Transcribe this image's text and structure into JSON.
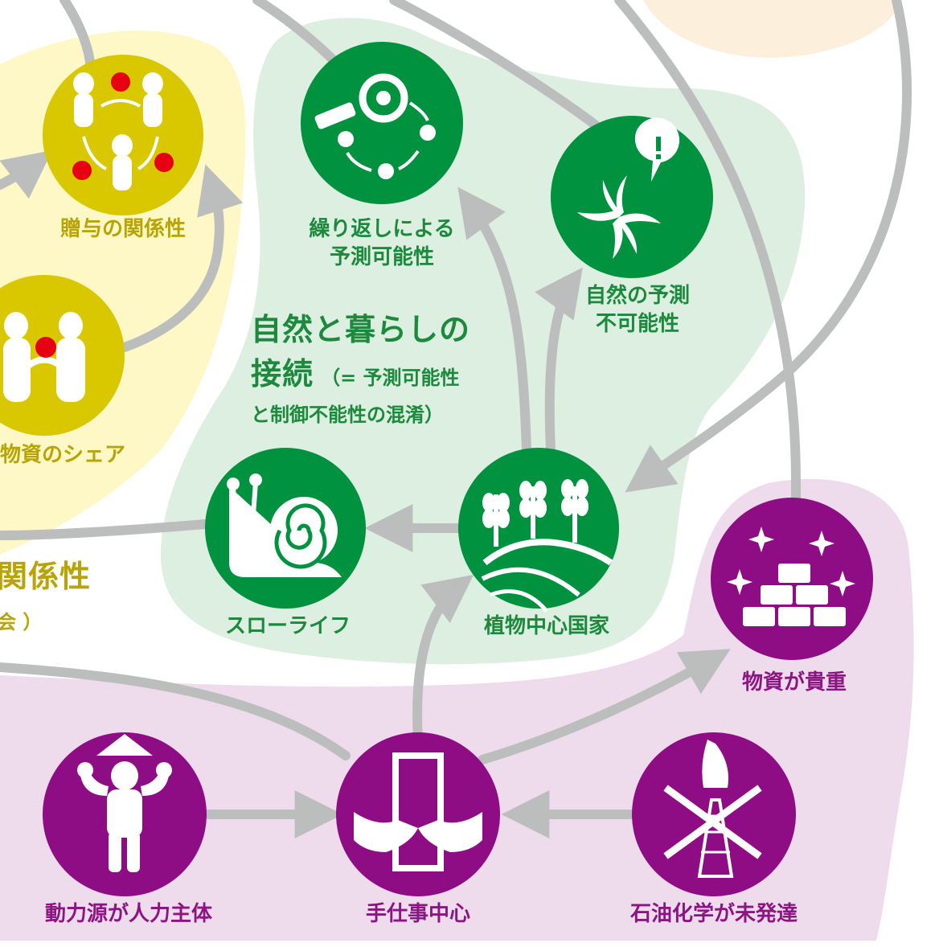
{
  "colors": {
    "green": "#00923f",
    "green_region": "#dcefe0",
    "yellow": "#d9c800",
    "yellow_region": "#fdf8c6",
    "purple": "#8f0d84",
    "purple_region": "#eedcec",
    "peach_region": "#fcefdc",
    "arrow": "#bcbebe",
    "red_dot": "#e60012"
  },
  "nodes": {
    "gift": {
      "label": "贈与の関係性",
      "icon": "people-gift-cycle-icon"
    },
    "share": {
      "label": "活物資のシェア",
      "icon": "people-sharing-icon"
    },
    "repeat": {
      "label_line1": "繰り返しによる",
      "label_line2": "予測可能性",
      "icon": "magnifier-cycle-icon"
    },
    "unpredict": {
      "label_line1": "自然の予測",
      "label_line2": "不可能性",
      "icon": "whirlpool-exclamation-icon"
    },
    "slowlife": {
      "label": "スローライフ",
      "icon": "snail-icon"
    },
    "plant_state": {
      "label": "植物中心国家",
      "icon": "plants-field-icon"
    },
    "precious": {
      "label": "物資が貴重",
      "icon": "sparkling-blocks-icon"
    },
    "human_power": {
      "label": "動力源が人力主体",
      "icon": "strong-person-icon"
    },
    "handwork": {
      "label": "手仕事中心",
      "icon": "hands-holding-card-icon"
    },
    "no_petro": {
      "label": "石油化学が未発達",
      "icon": "crossed-oil-derrick-icon"
    }
  },
  "region_labels": {
    "nature_title_line1": "自然と暮らしの",
    "nature_title_line2": "接続",
    "nature_sub_line1": "（= 予測可能性",
    "nature_sub_line2": "と制御不能性の混淆）",
    "left_title": "関係性",
    "left_sub": "会 ）"
  }
}
